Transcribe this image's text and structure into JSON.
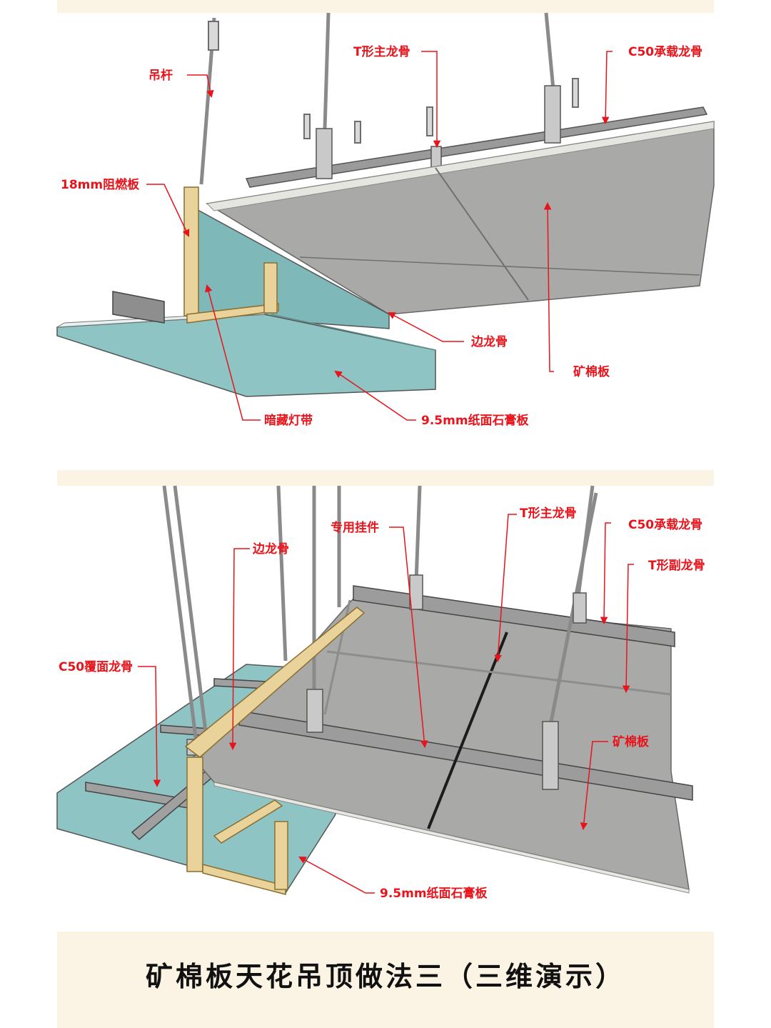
{
  "panel1": {
    "labels": {
      "hanger_rod": "吊杆",
      "t_main_keel": "T形主龙骨",
      "c50_bearing_keel": "C50承载龙骨",
      "fire_board": "18mm阻燃板",
      "edge_keel": "边龙骨",
      "mineral_board": "矿棉板",
      "hidden_light": "暗藏灯带",
      "gypsum_board": "9.5mm纸面石膏板"
    }
  },
  "panel2": {
    "labels": {
      "special_hanger": "专用挂件",
      "t_main_keel": "T形主龙骨",
      "c50_bearing_keel": "C50承载龙骨",
      "edge_keel": "边龙骨",
      "t_sub_keel": "T形副龙骨",
      "c50_cover_keel": "C50覆面龙骨",
      "mineral_board": "矿棉板",
      "gypsum_board": "9.5mm纸面石膏板"
    }
  },
  "title": "矿棉板天花吊顶做法三（三维演示）",
  "colors": {
    "label_red": "#e8141b",
    "board_gray": "#a9a9a7",
    "gypsum_teal": "#8ec4c4",
    "wood": "#e9d39a",
    "band_cream": "#fbf3e3"
  }
}
